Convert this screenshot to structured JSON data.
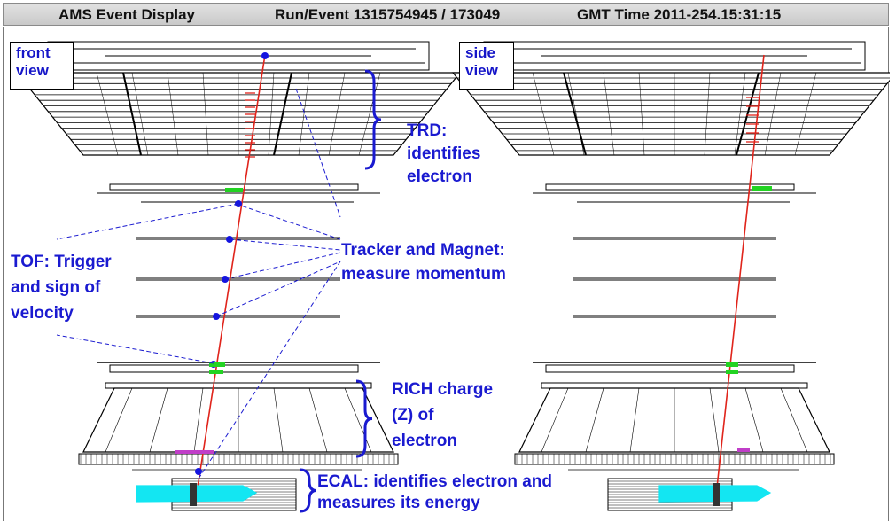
{
  "header": {
    "title": "AMS Event Display",
    "run_event": "Run/Event 1315754945 / 173049",
    "gmt_time": "GMT Time 2011-254.15:31:15"
  },
  "views": {
    "front_line1": "front",
    "front_line2": "view",
    "side_line1": "side",
    "side_line2": "view"
  },
  "annotations": {
    "trd": [
      "TRD:",
      "identifies",
      "electron"
    ],
    "tracker": [
      "Tracker and Magnet:",
      "measure momentum"
    ],
    "tof": [
      "TOF: Trigger",
      "and sign of",
      "velocity"
    ],
    "rich": [
      "RICH charge",
      "(Z) of",
      "electron"
    ],
    "ecal": [
      "ECAL: identifies electron and",
      "measures its energy"
    ]
  },
  "colors": {
    "annotation_text": "#1a1ad0",
    "track": "#e0241b",
    "hit_points": "#1414e0",
    "tof_hits": "#22d322",
    "ecal_shower": "#13e6f2",
    "rich_ring": "#c03ec8"
  }
}
